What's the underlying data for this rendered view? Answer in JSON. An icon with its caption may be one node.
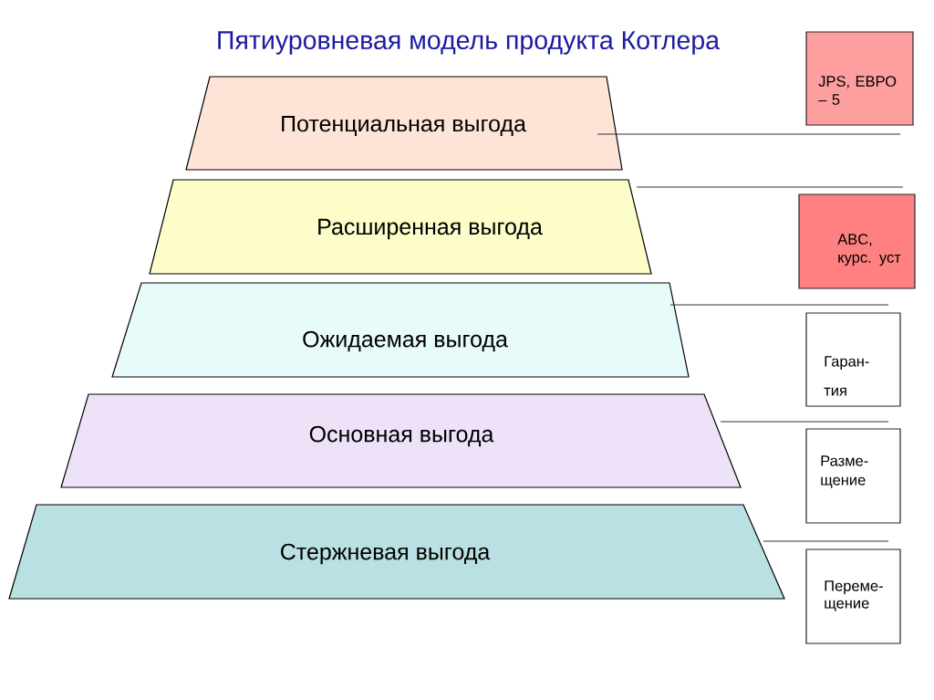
{
  "diagram": {
    "title": "Пятиуровневая модель продукта Котлера",
    "nodes": [
      {
        "text": [
          "Потенциальная выгода"
        ]
      },
      {
        "text": [
          "Расширенная выгода"
        ]
      },
      {
        "text": [
          "Ожидаемая выгода"
        ]
      },
      {
        "text": [
          "Основная выгода"
        ]
      },
      {
        "text": [
          "Стержневая выгода"
        ]
      },
      {
        "text": [
          "JPS, ЕВРО – 5"
        ]
      },
      {
        "text": [
          "ABC, курс. уст"
        ]
      },
      {
        "text": [
          "Гаран- тия"
        ]
      },
      {
        "text": [
          "Разме- щение"
        ]
      },
      {
        "text": [
          "Переме- щение"
        ]
      }
    ]
  }
}
